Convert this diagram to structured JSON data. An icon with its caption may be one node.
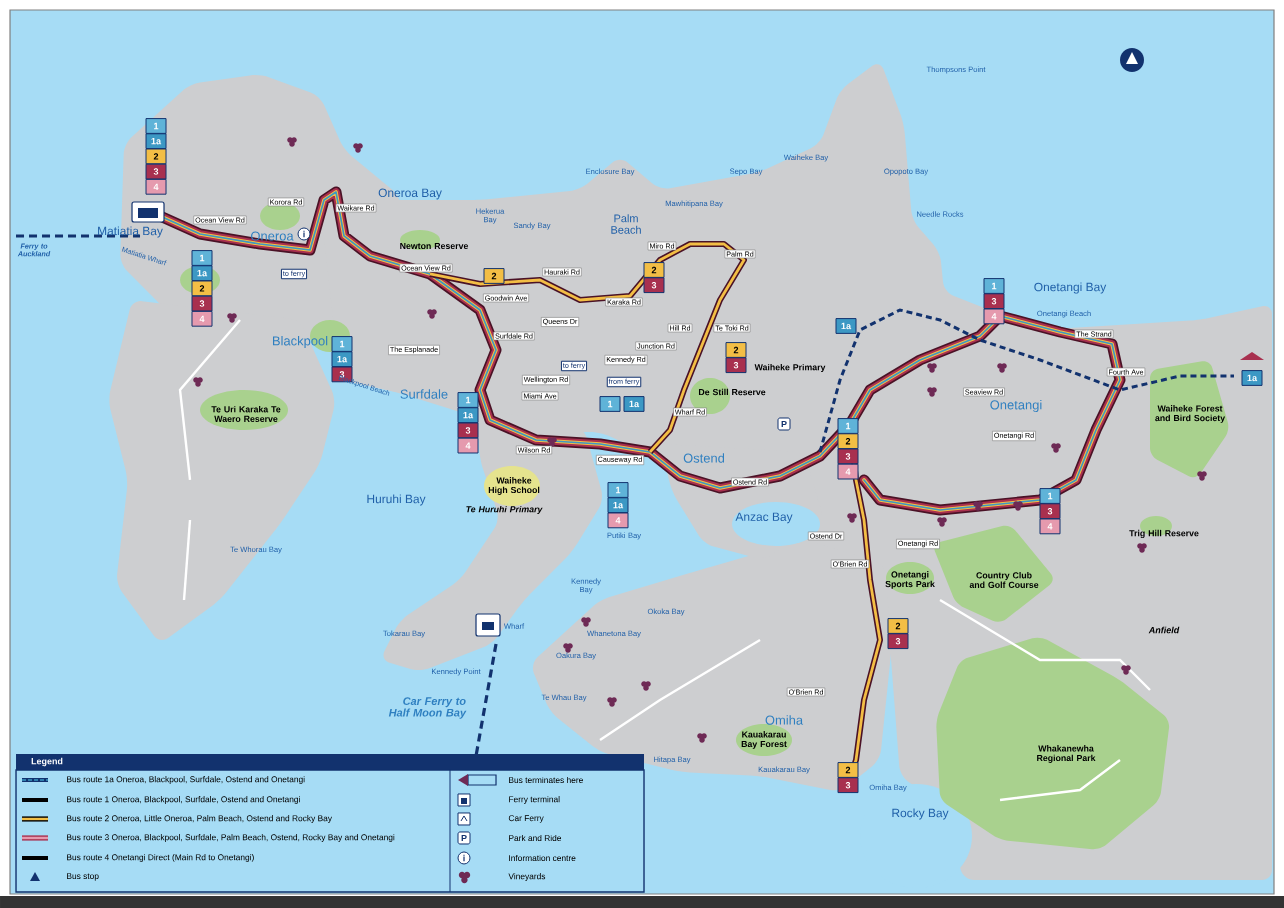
{
  "diagram": {
    "labels": [
      "Thompsons Point",
      "1",
      "1a",
      "2",
      "3",
      "4",
      "Enclosure Bay",
      "Oneroa Bay",
      "Sepo Bay",
      "Waiheke Bay",
      "Opopoto Bay",
      "Korora Rd",
      "Waikare Rd",
      "Mawhitipana Bay",
      "Hekerua Bay",
      "Needle Rocks",
      "Palm Beach",
      "Sandy Bay",
      "Ocean View Rd",
      "Matiatia Bay",
      "Oneroa",
      "i",
      "Newton Reserve",
      "Miro Rd",
      "Palm Rd",
      "Ferry to Auckland",
      "Matiatia Wharf",
      "1",
      "1a",
      "2",
      "3",
      "4",
      "2",
      "3",
      "Ocean View Rd",
      "to ferry",
      "Hauraki Rd",
      "2",
      "Onetangi Bay",
      "Onetangi Beach",
      "The Strand",
      "Goodwin Ave",
      "Karaka Rd",
      "1",
      "3",
      "4",
      "Queens Dr",
      "Hill Rd",
      "Te Toki Rd",
      "1a",
      "Surfdale Rd",
      "Junction Rd",
      "Kennedy Rd",
      "2",
      "3",
      "Blackpool",
      "1",
      "1a",
      "3",
      "The Esplanade",
      "to ferry",
      "Waiheke Primary",
      "Fourth Ave",
      "Wellington Rd",
      "from ferry",
      "Blackpool Beach",
      "De Still Reserve",
      "Seaview Rd",
      "Miami Ave",
      "Surfdale",
      "1",
      "1a",
      "1",
      "1a",
      "3",
      "4",
      "1a",
      "Onetangi",
      "Wharf Rd",
      "Te Uri Karaka Te Waero Reserve",
      "Waiheke Forest and Bird Society",
      "P",
      "Onetangi Rd",
      "1",
      "2",
      "3",
      "4",
      "Wilson Rd",
      "Causeway Rd",
      "Ostend",
      "Ostend Rd",
      "Waiheke High School",
      "Te Huruhi Primary",
      "1",
      "1a",
      "4",
      "Huruhi Bay",
      "1",
      "3",
      "4",
      "Anzac Bay",
      "Ostend Dr",
      "Putiki Bay",
      "Trig Hill Reserve",
      "Onetangi Rd",
      "Te Whorau Bay",
      "Kennedy Bay",
      "O'Brien Rd",
      "Onetangi Sports Park",
      "Country Club and Golf Course",
      "Okoka Bay",
      "Anfield",
      "Wharf",
      "Tokarau Bay",
      "Whanetona Bay",
      "2",
      "3",
      "Oakura Bay",
      "Kennedy Point",
      "O'Brien Rd",
      "Te Whau Bay",
      "Car Ferry to Half Moon Bay",
      "Omiha",
      "Kauakarau Bay Forest",
      "Whakanewha Regional Park",
      "Hitapa Bay",
      "Kauakarau Bay",
      "2",
      "3",
      "Omiha Bay",
      "Rocky Bay",
      "Legend",
      "P",
      "i"
    ],
    "legend": [
      {
        "text": "Bus route 1a Oneroa, Blackpool, Surfdale, Ostend and Onetangi"
      },
      {
        "text": "Bus route 1 Oneroa, Blackpool, Surfdale, Ostend and Onetangi"
      },
      {
        "text": "Bus route 2 Oneroa, Little Oneroa, Palm Beach, Ostend and Rocky Bay"
      },
      {
        "text": "Bus route 3 Oneroa, Blackpool, Surfdale, Palm Beach, Ostend, Rocky Bay and Onetangi"
      },
      {
        "text": "Bus route 4 Onetangi Direct (Main Rd to Onetangi)"
      },
      {
        "text": "Bus stop"
      },
      {
        "text": "Bus terminates here"
      },
      {
        "text": "Ferry terminal"
      },
      {
        "text": "Car Ferry"
      },
      {
        "text": "Park and Ride"
      },
      {
        "text": "Information centre"
      },
      {
        "text": "Vineyards"
      }
    ]
  }
}
